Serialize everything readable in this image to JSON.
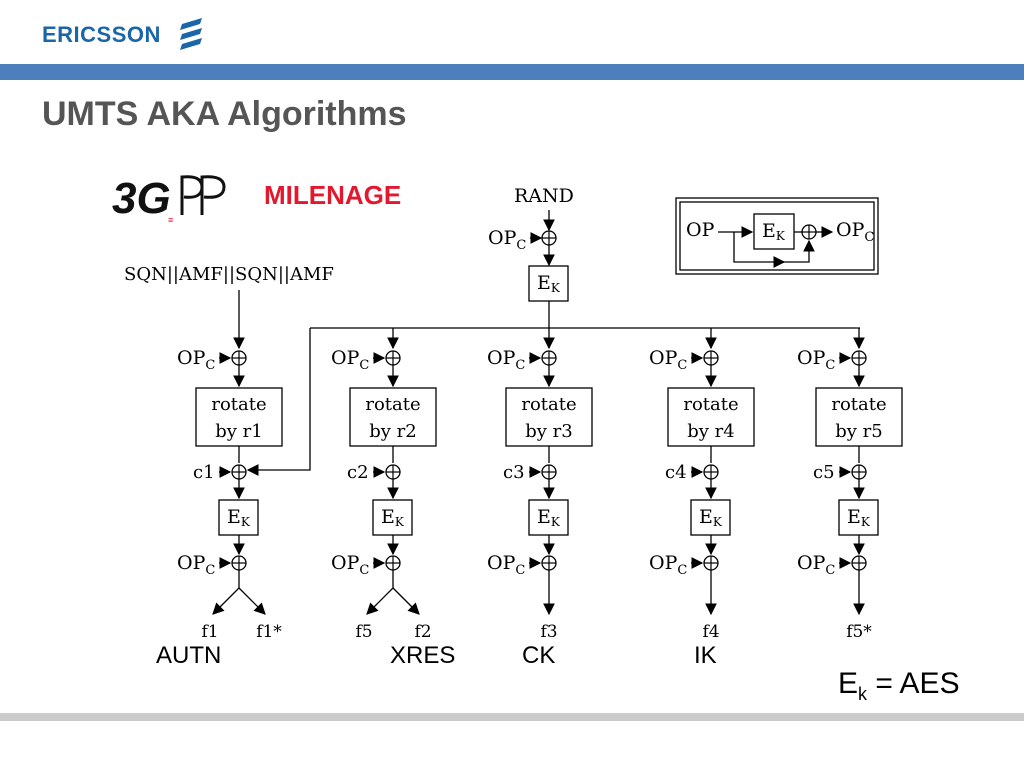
{
  "header": {
    "logo": "ERICSSON",
    "title": "UMTS AKA Algorithms"
  },
  "brand": {
    "threegpp_logo": "3GPP",
    "milenage_label": "MILENAGE"
  },
  "diagram": {
    "rand_label": "RAND",
    "opc_label": "OP",
    "opc_sub": "C",
    "input_label": "SQN||AMF||SQN||AMF",
    "ek_label": "E",
    "ek_sub": "K",
    "op_box": {
      "in_label": "OP",
      "out_label": "OP",
      "out_sub": "C"
    },
    "columns": [
      {
        "rotate": "rotate",
        "by": "by r1",
        "c": "c1",
        "outputs": [
          "f1",
          "f1*"
        ]
      },
      {
        "rotate": "rotate",
        "by": "by r2",
        "c": "c2",
        "outputs": [
          "f5",
          "f2"
        ]
      },
      {
        "rotate": "rotate",
        "by": "by r3",
        "c": "c3",
        "outputs": [
          "f3"
        ]
      },
      {
        "rotate": "rotate",
        "by": "by r4",
        "c": "c4",
        "outputs": [
          "f4"
        ]
      },
      {
        "rotate": "rotate",
        "by": "by r5",
        "c": "c5",
        "outputs": [
          "f5*"
        ]
      }
    ]
  },
  "outputs": {
    "autn": "AUTN",
    "xres": "XRES",
    "ck": "CK",
    "ik": "IK"
  },
  "footer": {
    "ek_base": "E",
    "ek_sub": "k",
    "ek_rest": " = AES"
  }
}
